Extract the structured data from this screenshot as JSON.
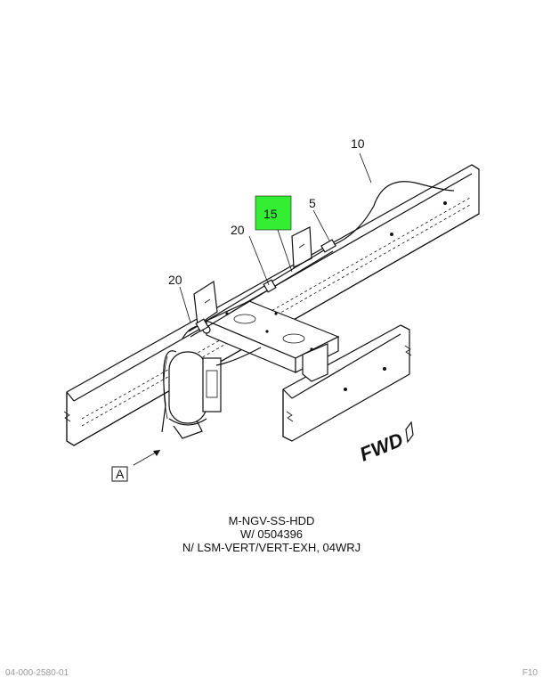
{
  "callouts": {
    "c10": "10",
    "c15": "15",
    "c5": "5",
    "c20a": "20",
    "c20b": "20",
    "view": "A"
  },
  "fwd_label": "FWD",
  "caption": {
    "line1": "M-NGV-SS-HDD",
    "line2": "W/ 0504396",
    "line3": "N/ LSM-VERT/VERT-EXH, 04WRJ"
  },
  "footer": {
    "left": "04-000-2580-01",
    "right": "F10"
  },
  "colors": {
    "highlight": "#33ee33",
    "ink": "#111111"
  }
}
